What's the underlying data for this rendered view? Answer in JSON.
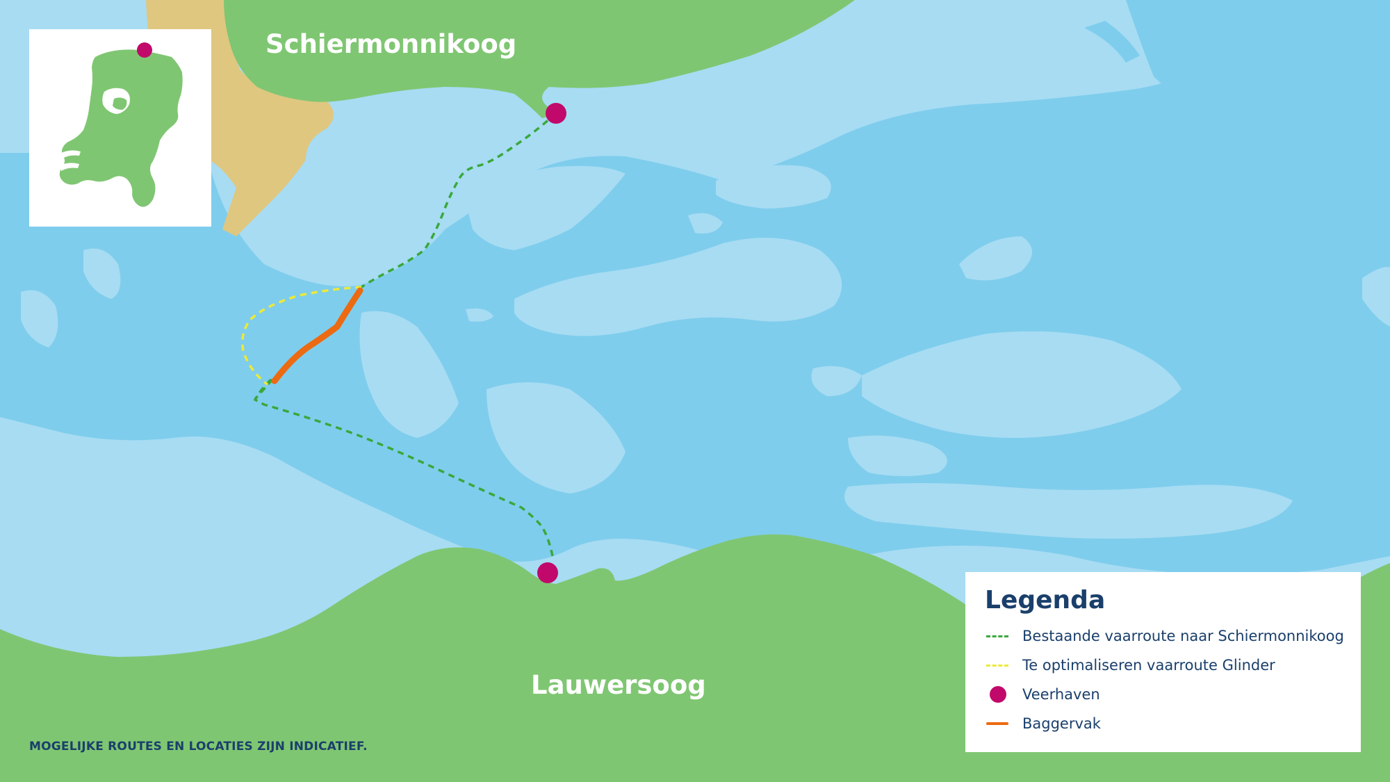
{
  "colors": {
    "sea": "#a7dcf3",
    "channel": "#7fcdec",
    "land": "#7fc672",
    "dune": "#dfc780",
    "existing_route": "#3aa83c",
    "glinder_route": "#ecea38",
    "ferry_port": "#c1096b",
    "dredge_section": "#ec6a11",
    "text_dark": "#1a3f6b"
  },
  "places": {
    "north_island": "Schiermonnikoog",
    "south_mainland": "Lauwersoog"
  },
  "legend": {
    "title": "Legenda",
    "items": [
      {
        "label": "Bestaande vaarroute naar Schiermonnikoog",
        "symbol": "dashed-line",
        "color": "#3aa83c"
      },
      {
        "label": "Te optimaliseren vaarroute Glinder",
        "symbol": "dashed-line",
        "color": "#ecea38"
      },
      {
        "label": "Veerhaven",
        "symbol": "dot",
        "color": "#c1096b"
      },
      {
        "label": "Baggervak",
        "symbol": "solid-line",
        "color": "#ec6a11"
      }
    ]
  },
  "disclaimer": "MOGELIJKE ROUTES EN LOCATIES ZIJN INDICATIEF.",
  "inset": {
    "country": "netherlands-silhouette",
    "marker": "ferry-port-location"
  }
}
